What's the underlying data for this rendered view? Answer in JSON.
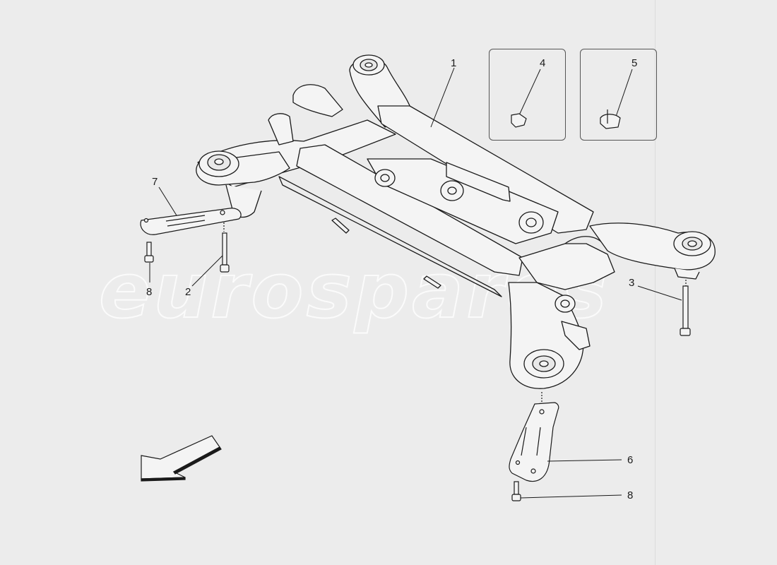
{
  "diagram": {
    "type": "exploded parts diagram",
    "subject": "rear subframe assembly",
    "watermark": "eurospares",
    "colors": {
      "background": "#ececec",
      "line": "#1a1a1a",
      "part_fill": "#f4f4f4",
      "watermark": "#ffffff"
    },
    "callouts": [
      {
        "id": "1",
        "label": "1",
        "part": "subframe"
      },
      {
        "id": "2",
        "label": "2",
        "part": "long bolt (left front mount)"
      },
      {
        "id": "3",
        "label": "3",
        "part": "long bolt (right mount)"
      },
      {
        "id": "4",
        "label": "4",
        "part": "clip (inset)"
      },
      {
        "id": "5",
        "label": "5",
        "part": "clip with stud (inset)"
      },
      {
        "id": "6",
        "label": "6",
        "part": "reinforcement plate (rear)"
      },
      {
        "id": "7",
        "label": "7",
        "part": "reinforcement plate (front)"
      },
      {
        "id": "8a",
        "label": "8",
        "part": "bolt (plate 7)"
      },
      {
        "id": "8b",
        "label": "8",
        "part": "bolt (plate 6)"
      }
    ],
    "insets": [
      {
        "id": "inset-4",
        "callout": "4"
      },
      {
        "id": "inset-5",
        "callout": "5"
      }
    ],
    "direction_arrow": {
      "meaning": "vehicle front direction",
      "orientation": "down-left"
    }
  }
}
